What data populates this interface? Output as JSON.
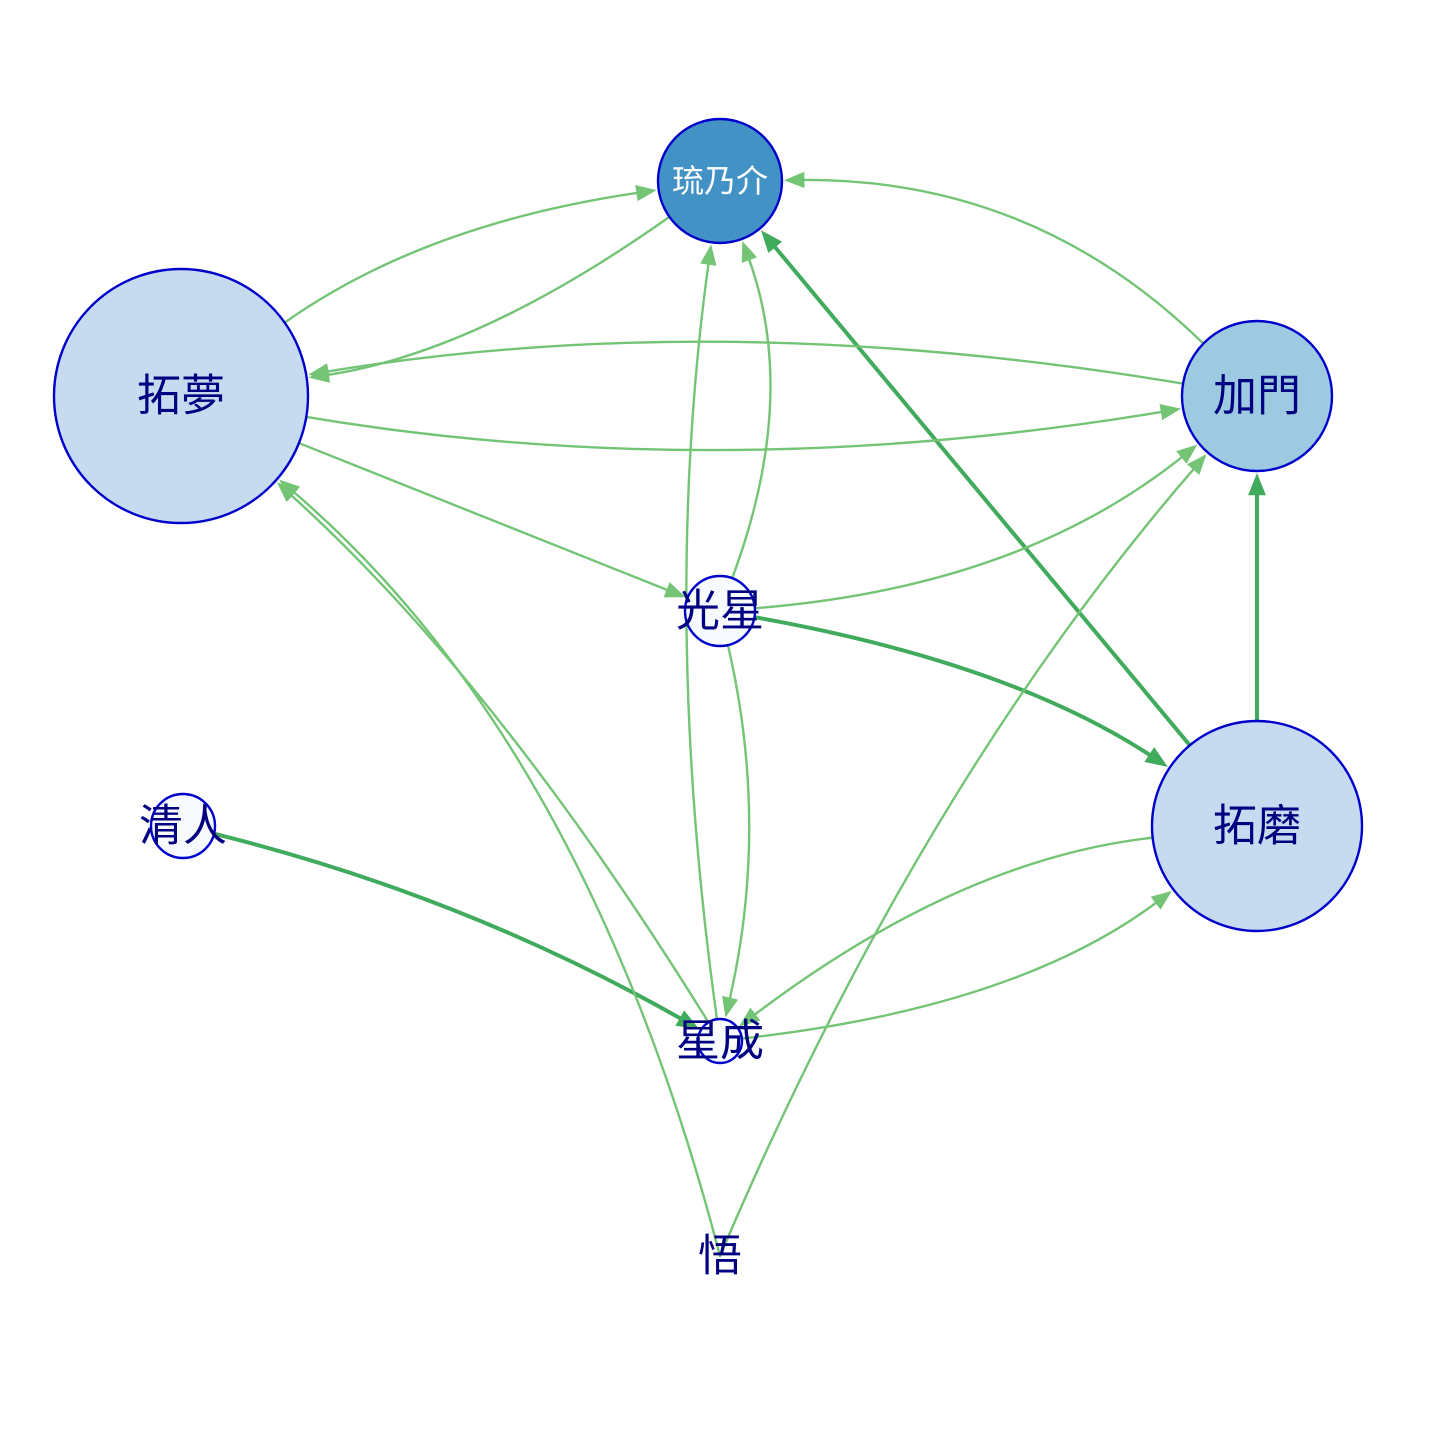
{
  "colors": {
    "edge": "#74c476",
    "edge_strong": "#41ab5d",
    "node_border": "#0000cc",
    "label": "#000080",
    "label_light": "#ffffff"
  },
  "nodes": [
    {
      "id": "ryunosuke",
      "label": "琉乃介",
      "fill": "#4292c6",
      "label_color": "#ffffff"
    },
    {
      "id": "takumu",
      "label": "拓夢",
      "fill": "#c6dbef",
      "label_color": "#000080"
    },
    {
      "id": "kamon",
      "label": "加門",
      "fill": "#9ecae1",
      "label_color": "#000080"
    },
    {
      "id": "kosei",
      "label": "光星",
      "fill": "#f7fbff",
      "label_color": "#000080"
    },
    {
      "id": "seijin",
      "label": "清人",
      "fill": "#f7fbff",
      "label_color": "#000080"
    },
    {
      "id": "takuma",
      "label": "拓磨",
      "fill": "#c6dbef",
      "label_color": "#000080"
    },
    {
      "id": "seinari",
      "label": "星成",
      "fill": "#f7fbff",
      "label_color": "#000080"
    },
    {
      "id": "satoru",
      "label": "悟",
      "fill": "#ffffff",
      "label_color": "#000080"
    }
  ],
  "edges": [
    {
      "from": "takumu",
      "to": "ryunosuke",
      "weight": 1
    },
    {
      "from": "ryunosuke",
      "to": "takumu",
      "weight": 1
    },
    {
      "from": "kamon",
      "to": "ryunosuke",
      "weight": 1
    },
    {
      "from": "takuma",
      "to": "ryunosuke",
      "weight": 2
    },
    {
      "from": "kosei",
      "to": "ryunosuke",
      "weight": 1
    },
    {
      "from": "seinari",
      "to": "ryunosuke",
      "weight": 1
    },
    {
      "from": "takumu",
      "to": "kamon",
      "weight": 1
    },
    {
      "from": "kamon",
      "to": "takumu",
      "weight": 1
    },
    {
      "from": "takumu",
      "to": "kosei",
      "weight": 1
    },
    {
      "from": "kosei",
      "to": "kamon",
      "weight": 1
    },
    {
      "from": "kosei",
      "to": "takuma",
      "weight": 2
    },
    {
      "from": "kosei",
      "to": "seinari",
      "weight": 1
    },
    {
      "from": "takuma",
      "to": "kamon",
      "weight": 2
    },
    {
      "from": "seijin",
      "to": "seinari",
      "weight": 2
    },
    {
      "from": "seinari",
      "to": "takumu",
      "weight": 1
    },
    {
      "from": "satoru",
      "to": "takumu",
      "weight": 1
    },
    {
      "from": "satoru",
      "to": "kamon",
      "weight": 1
    },
    {
      "from": "seinari",
      "to": "takuma",
      "weight": 1
    },
    {
      "from": "takuma",
      "to": "seinari",
      "weight": 1
    }
  ]
}
